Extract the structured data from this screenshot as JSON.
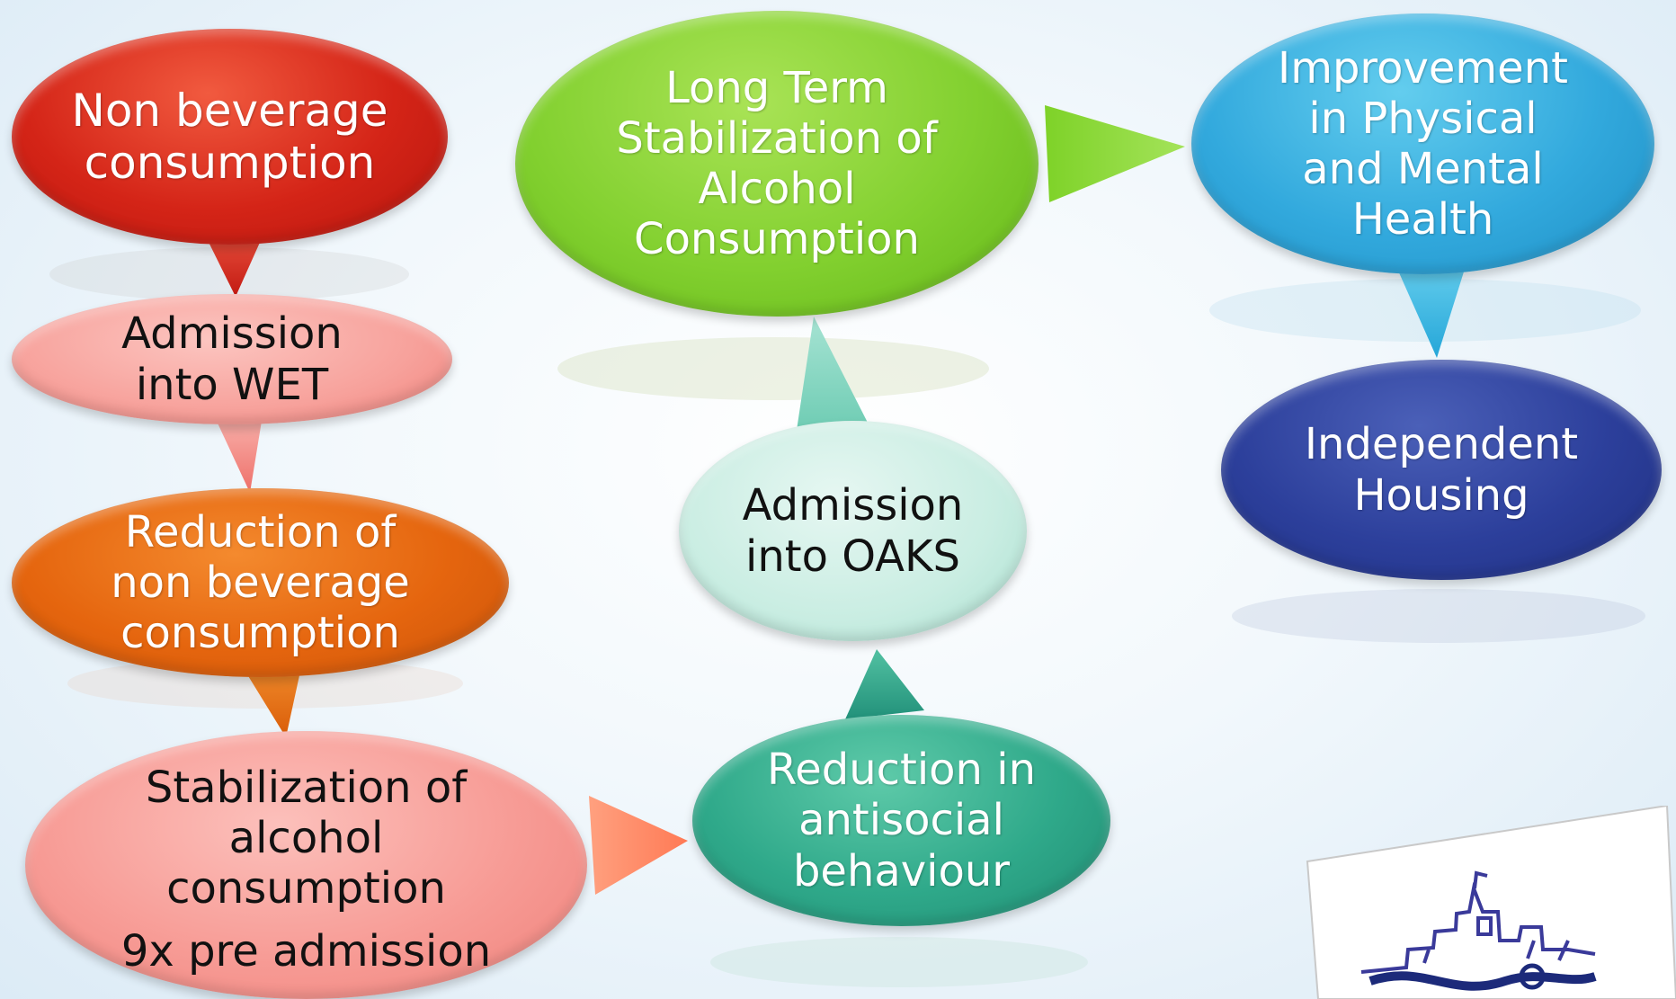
{
  "nodes": {
    "non_beverage": {
      "lines": [
        "Non beverage",
        "consumption"
      ]
    },
    "admission_wet": {
      "lines": [
        "Admission",
        "into WET"
      ]
    },
    "reduction_non_beverage": {
      "lines": [
        "Reduction of",
        "non beverage",
        "consumption"
      ]
    },
    "stabilization_alcohol": {
      "lines": [
        "Stabilization of",
        "alcohol",
        "consumption"
      ],
      "note": "9x pre admission"
    },
    "reduction_antisocial": {
      "lines": [
        "Reduction in",
        "antisocial",
        "behaviour"
      ]
    },
    "admission_oaks": {
      "lines": [
        "Admission",
        "into OAKS"
      ]
    },
    "long_term": {
      "lines": [
        "Long Term",
        "Stabilization of",
        "Alcohol",
        "Consumption"
      ]
    },
    "improvement": {
      "lines": [
        "Improvement",
        "in Physical",
        "and Mental",
        "Health"
      ]
    },
    "independent_housing": {
      "lines": [
        "Independent",
        "Housing"
      ]
    }
  },
  "colors": {
    "red": "#d9261c",
    "salmon": "#f7a3a0",
    "orange": "#e8650f",
    "teal_dark": "#2fa98a",
    "mint": "#bfe8dd",
    "lime": "#7fd12f",
    "sky": "#3aa9dc",
    "navy": "#2a3f9a"
  }
}
